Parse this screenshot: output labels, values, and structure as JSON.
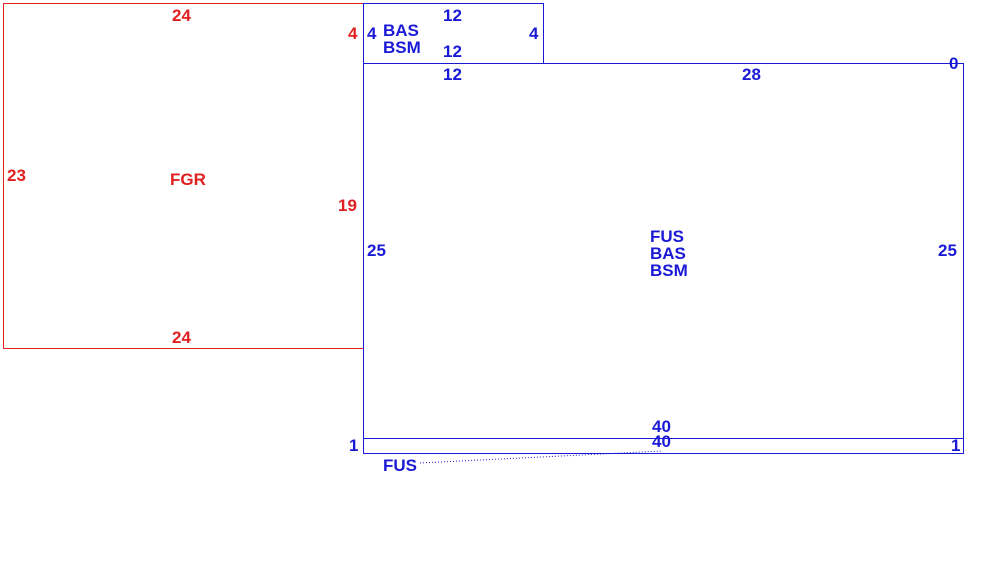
{
  "room_fgr": {
    "name": "FGR",
    "dims": {
      "top": "24",
      "bottom": "24",
      "left": "23",
      "right": "19",
      "top_right_corner": "4"
    },
    "color": "#e02020"
  },
  "room_bas_small": {
    "names": [
      "BAS",
      "BSM"
    ],
    "dims": {
      "top": "12",
      "inner_top": "12",
      "left": "4",
      "right": "4"
    },
    "color": "#1a1ad6"
  },
  "room_main": {
    "names": [
      "FUS",
      "BAS",
      "BSM"
    ],
    "dims": {
      "top": "12",
      "top_mid": "28",
      "top_right": "0",
      "left": "25",
      "right": "25",
      "bottom": "40"
    },
    "color": "#1a1ad6"
  },
  "strip_bottom": {
    "name": "FUS",
    "dims": {
      "top": "40",
      "left": "1",
      "right": "1"
    },
    "color": "#1a1ad6"
  }
}
